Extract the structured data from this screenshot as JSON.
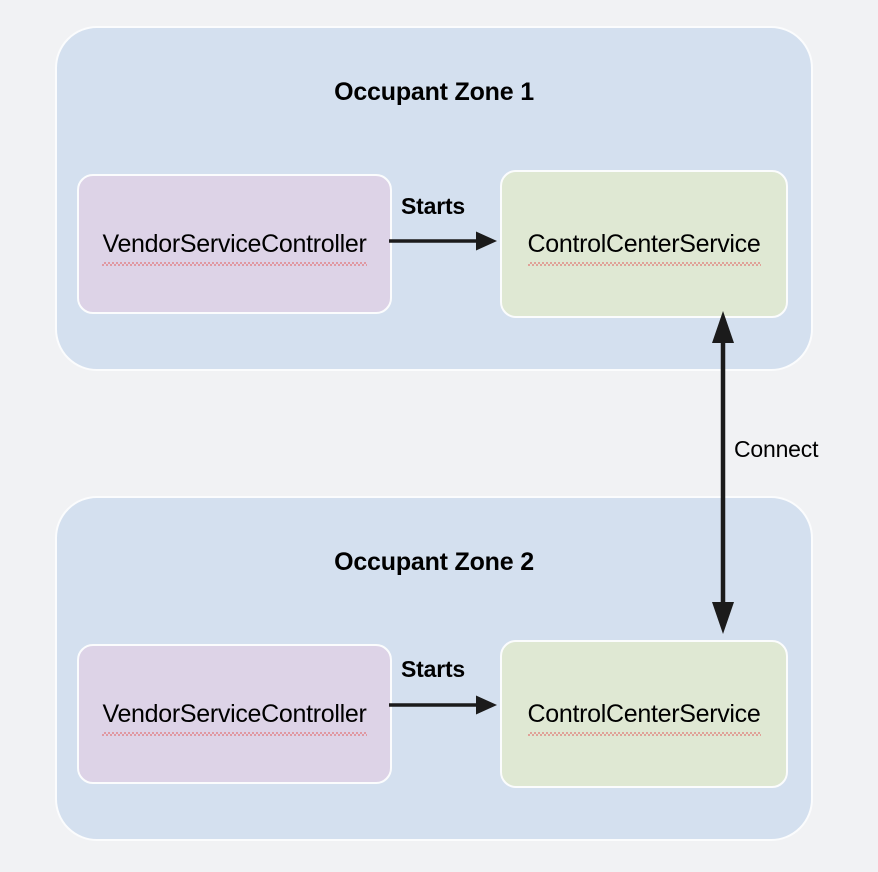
{
  "diagram": {
    "type": "block-diagram",
    "background_color": "#f1f2f4",
    "zone_color": "#d4e0ef",
    "controller_node_color": "#ddd3e7",
    "service_node_color": "#dfe8d3",
    "arrow_color": "#1b1b1b",
    "spellcheck_underline_color": "#e25c5c",
    "zones": [
      {
        "id": "zone-1",
        "title": "Occupant Zone 1",
        "nodes": [
          {
            "id": "vendor-service-controller-1",
            "label": "VendorServiceController",
            "color": "purple",
            "misspelled": true
          },
          {
            "id": "control-center-service-1",
            "label": "ControlCenterService",
            "color": "green",
            "misspelled": true
          }
        ],
        "edges": [
          {
            "id": "starts-1",
            "label": "Starts",
            "from": "vendor-service-controller-1",
            "to": "control-center-service-1",
            "direction": "right"
          }
        ]
      },
      {
        "id": "zone-2",
        "title": "Occupant Zone 2",
        "nodes": [
          {
            "id": "vendor-service-controller-2",
            "label": "VendorServiceController",
            "color": "purple",
            "misspelled": true
          },
          {
            "id": "control-center-service-2",
            "label": "ControlCenterService",
            "color": "green",
            "misspelled": true
          }
        ],
        "edges": [
          {
            "id": "starts-2",
            "label": "Starts",
            "from": "vendor-service-controller-2",
            "to": "control-center-service-2",
            "direction": "right"
          }
        ]
      }
    ],
    "cross_zone_edges": [
      {
        "id": "connect",
        "label": "Connect",
        "from": "control-center-service-1",
        "to": "control-center-service-2",
        "direction": "bidirectional"
      }
    ]
  }
}
